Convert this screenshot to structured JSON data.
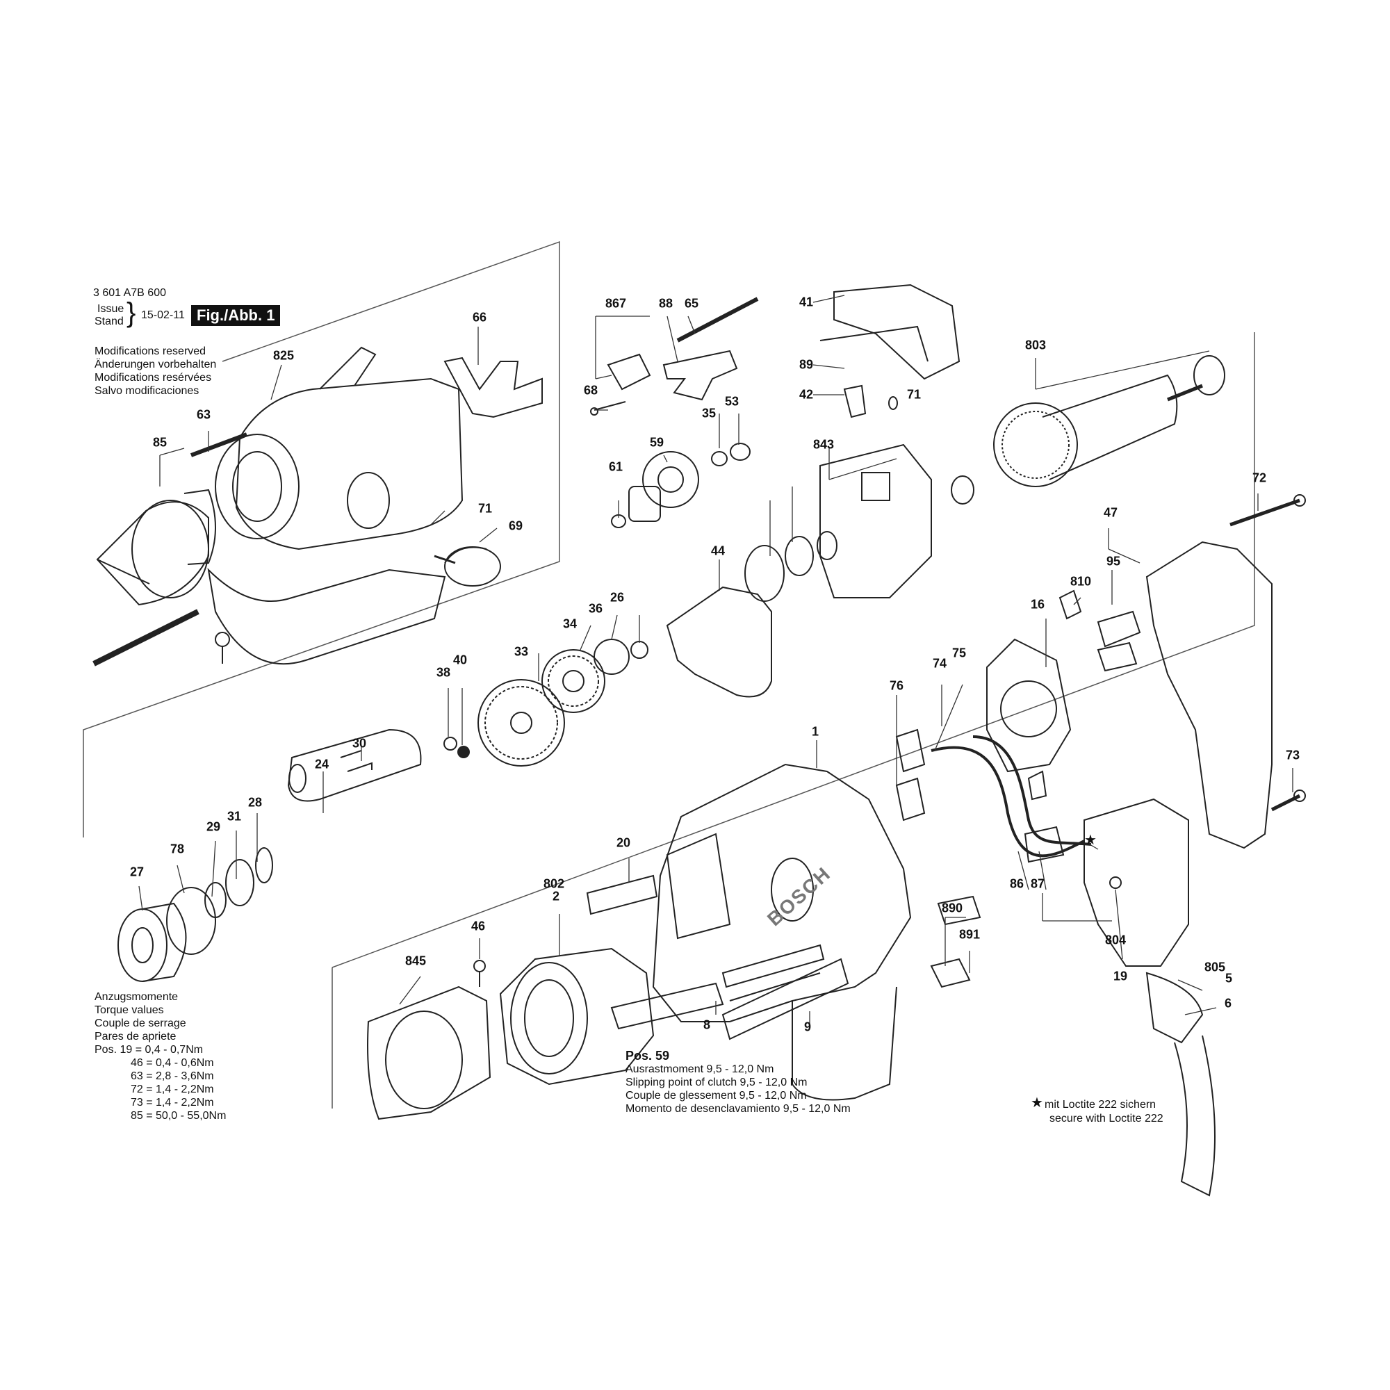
{
  "header": {
    "doc_number": "3 601 A7B 600",
    "issue_label": "Issue",
    "stand_label": "Stand",
    "date": "15-02-11",
    "figure_label": "Fig./Abb. 1"
  },
  "modifications": [
    "Modifications reserved",
    "Änderungen vorbehalten",
    "Modifications resérvées",
    "Salvo modificaciones"
  ],
  "torque": {
    "headings": [
      "Anzugsmomente",
      "Torque values",
      "Couple de serrage",
      "Pares de apriete"
    ],
    "rows": [
      "Pos. 19 =  0,4 -  0,7Nm",
      "46 =  0,4 -  0,6Nm",
      "63 =  2,8 -  3,6Nm",
      "72 =  1,4 -  2,2Nm",
      "73 =  1,4 -  2,2Nm",
      "85 = 50,0 - 55,0Nm"
    ]
  },
  "pos59": {
    "title": "Pos. 59",
    "lines": [
      "Ausrastmoment  9,5 - 12,0 Nm",
      "Slipping point of clutch  9,5 - 12,0 Nm",
      "Couple de glessement  9,5 - 12,0 Nm",
      "Momento de desenclavamiento  9,5 - 12,0 Nm"
    ]
  },
  "loctite": {
    "line1": "mit Loctite 222 sichern",
    "line2": "secure with Loctite 222"
  },
  "brand_mark": "BOSCH",
  "parts": [
    "867",
    "88",
    "65",
    "41",
    "803",
    "66",
    "825",
    "68",
    "89",
    "42",
    "71",
    "35",
    "53",
    "63",
    "59",
    "61",
    "843",
    "85",
    "71",
    "69",
    "72",
    "47",
    "95",
    "810",
    "16",
    "44",
    "36",
    "26",
    "34",
    "33",
    "38",
    "40",
    "75",
    "74",
    "76",
    "1",
    "30",
    "24",
    "73",
    "28",
    "29",
    "31",
    "78",
    "27",
    "20",
    "802",
    "2",
    "86",
    "87",
    "804",
    "890",
    "891",
    "46",
    "19",
    "805",
    "5",
    "6",
    "845",
    "8",
    "9"
  ]
}
